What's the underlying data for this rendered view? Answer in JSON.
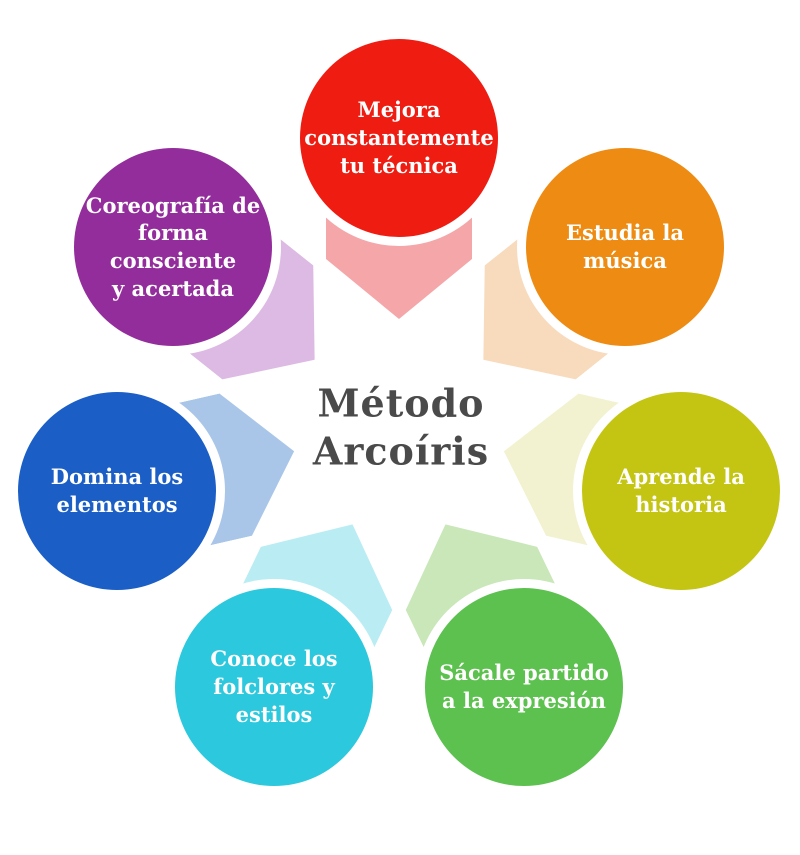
{
  "diagram": {
    "title": "Método Arcoíris",
    "background_color": "#ffffff",
    "center": {
      "lines": [
        "Método",
        "Arcoíris"
      ],
      "text_color": "#4a4a4a"
    },
    "items": [
      {
        "id": "mejora-tecnica",
        "label_lines": [
          "Mejora",
          "constantemente",
          "tu técnica"
        ],
        "circle_color": "#ef1c12",
        "arrow_color": "#f4a6a8",
        "text_color": "#ffffff",
        "position": "top"
      },
      {
        "id": "estudia-musica",
        "label_lines": [
          "Estudia la",
          "música"
        ],
        "circle_color": "#ee8b13",
        "arrow_color": "#f8dabc",
        "text_color": "#ffffff",
        "position": "top-right"
      },
      {
        "id": "aprende-historia",
        "label_lines": [
          "Aprende la",
          "historia"
        ],
        "circle_color": "#c4c513",
        "arrow_color": "#f2f2d0",
        "text_color": "#ffffff",
        "position": "right"
      },
      {
        "id": "sacale-partido-expresion",
        "label_lines": [
          "Sácale partido",
          "a la expresión"
        ],
        "circle_color": "#5cc14e",
        "arrow_color": "#c9e7b9",
        "text_color": "#ffffff",
        "position": "bottom-right"
      },
      {
        "id": "conoce-folclores-estilos",
        "label_lines": [
          "Conoce los",
          "folclores y",
          "estilos"
        ],
        "circle_color": "#2cc8dd",
        "arrow_color": "#b9edf3",
        "text_color": "#ffffff",
        "position": "bottom-left"
      },
      {
        "id": "domina-elementos",
        "label_lines": [
          "Domina los",
          "elementos"
        ],
        "circle_color": "#1a5ec6",
        "arrow_color": "#a9c6e9",
        "text_color": "#ffffff",
        "position": "left"
      },
      {
        "id": "coreografia-consciente",
        "label_lines": [
          "Coreografía de",
          "forma consciente",
          "y acertada"
        ],
        "circle_color": "#932d9b",
        "arrow_color": "#ddbae3",
        "text_color": "#ffffff",
        "position": "top-left"
      }
    ]
  }
}
